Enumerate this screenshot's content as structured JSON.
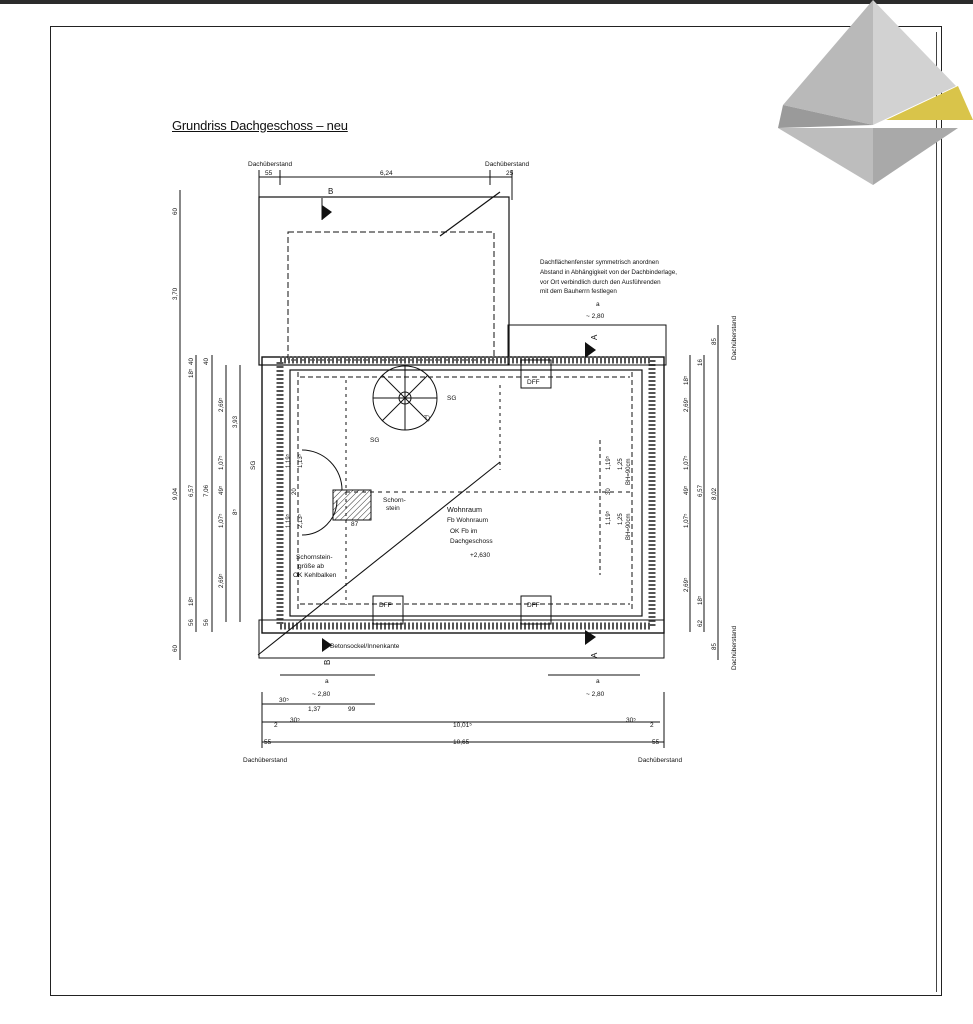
{
  "title": "Grundriss Dachgeschoss – neu",
  "note_lines": [
    "Dachflächenfenster symmetrisch anordnen",
    "Abstand in Abhängigkeit von der Dachbinderlage,",
    "vor Ort verbindlich durch den Ausführenden",
    "mit dem Bauherrn festlegen"
  ],
  "labels": {
    "dachueberstand": "Dachüberstand",
    "wohnraum": "Wohnraum",
    "fb_wohnraum": "Fb Wohnraum",
    "ok_fb_im": "OK Fb im",
    "dachgeschoss": "Dachgeschoss",
    "level": "+2,630",
    "schornstein1": "Schorn-",
    "schornstein2": "stein",
    "schornsteingroesse1": "Schornstein-",
    "schornsteingroesse2": "größe ab",
    "schornsteingroesse3": "OK Kehlbalken",
    "betonsockel": "Betonsockel/Innenkante",
    "dff": "DFF",
    "sg": "SG",
    "section_b": "B",
    "section_a": "A",
    "a": "a",
    "approx_280": "~ 2,80",
    "bh": "BH=90cm",
    "dim_87": "87",
    "dim_t": "T)"
  },
  "dims_top": [
    "55",
    "6,24",
    "25"
  ],
  "dims_bottom": [
    "30⁵",
    "1,37",
    "99",
    "2",
    "30⁵",
    "10,01⁵",
    "30⁵",
    "2",
    "55",
    "10,65",
    "55"
  ],
  "dims_left": [
    "60",
    "3,70",
    "18⁵",
    "40",
    "40",
    "2,69⁵",
    "3,93",
    "1,07⁵",
    "49⁵",
    "1,07⁵",
    "6,57",
    "7,06",
    "9,04",
    "8⁵",
    "18⁵",
    "2,69⁵",
    "56",
    "56",
    "60"
  ],
  "dims_right": [
    "85",
    "16",
    "18⁵",
    "2,69⁵",
    "1,07⁵",
    "49⁵",
    "1,07⁵",
    "6,57",
    "8,02",
    "2,69⁵",
    "18⁵",
    "62",
    "85"
  ],
  "dims_window": [
    "1,19⁵",
    "1,25",
    "30",
    "1,19⁵",
    "1,25",
    "1,19⁵",
    "1,13⁵",
    "20",
    "1,19⁵",
    "2,13⁵"
  ]
}
